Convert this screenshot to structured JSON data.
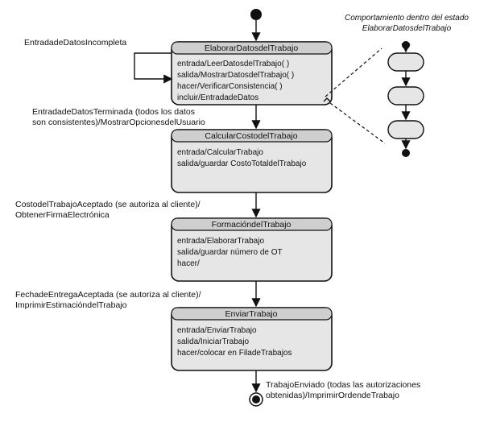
{
  "states": [
    {
      "title": "ElaborarDatosdelTrabajo",
      "actions": [
        "entrada/LeerDatosdelTrabajo( )",
        "salida/MostrarDatosdelTrabajo( )",
        "hacer/VerificarConsistencia( )",
        "incluir/EntradadeDatos"
      ]
    },
    {
      "title": "CalcularCostodelTrabajo",
      "actions": [
        "entrada/CalcularTrabajo",
        "salida/guardar CostoTotaldelTrabajo"
      ]
    },
    {
      "title": "FormacióndelTrabajo",
      "actions": [
        "entrada/ElaborarTrabajo",
        "salida/guardar número de OT",
        "hacer/"
      ]
    },
    {
      "title": "EnviarTrabajo",
      "actions": [
        "entrada/EnviarTrabajo",
        "salida/IniciarTrabajo",
        "hacer/colocar en FiladeTrabajos"
      ]
    }
  ],
  "transitions": {
    "self_loop": "EntradadeDatosIncompleta",
    "t1": [
      "EntradadeDatosTerminada (todos los datos",
      "son consistentes)/MostrarOpcionesdelUsuario"
    ],
    "t2": [
      "CostodelTrabajoAceptado (se autoriza al cliente)/",
      "ObtenerFirmaElectrónica"
    ],
    "t3": [
      "FechadeEntregaAceptada (se autoriza al cliente)/",
      "ImprimirEstimacióndelTrabajo"
    ],
    "t4": [
      "TrabajoEnviado (todas las autorizaciones",
      "obtenidas)/ImprimirOrdendeTrabajo"
    ]
  },
  "substate": {
    "caption": [
      "Comportamiento dentro del estado",
      "ElaborarDatosdelTrabajo"
    ],
    "pill_count": 3
  }
}
